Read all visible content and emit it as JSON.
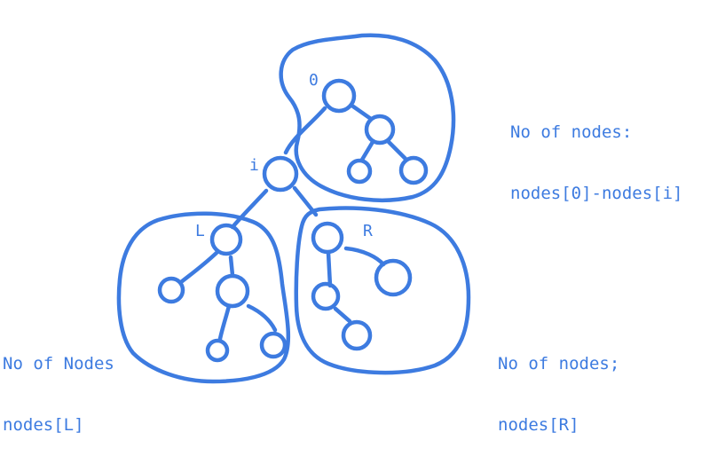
{
  "colors": {
    "ink": "#3d7be0",
    "background": "#ffffff"
  },
  "node_labels": {
    "root": "0",
    "i": "i",
    "left": "L",
    "right": "R"
  },
  "annotations": {
    "top": {
      "line1": "No of nodes:",
      "line2": "nodes[0]-nodes[i]"
    },
    "left": {
      "line1": "No of Nodes",
      "line2": "nodes[L]"
    },
    "right": {
      "line1": "No of nodes;",
      "line2": "nodes[R]"
    }
  }
}
